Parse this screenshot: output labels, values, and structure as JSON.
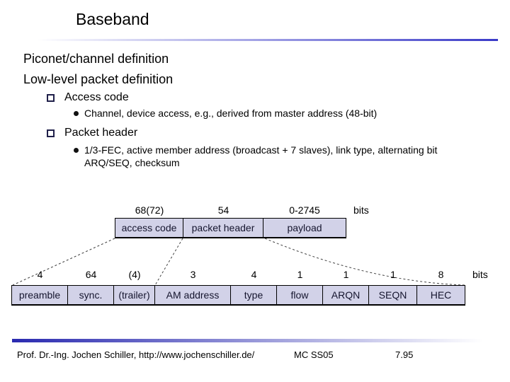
{
  "colors": {
    "accent": "#3b3bc8",
    "footer_accent": "#2a2ab0",
    "box_fill": "#d2d2e8",
    "box_border": "#000000"
  },
  "title": "Baseband",
  "intro_lines": [
    "Piconet/channel definition",
    "Low-level packet definition"
  ],
  "bullets": [
    {
      "label": "Access code",
      "detail": "Channel, device access, e.g., derived from master address (48-bit)"
    },
    {
      "label": "Packet header",
      "detail": "1/3-FEC, active member address (broadcast + 7 slaves), link type, alternating bit ARQ/SEQ, checksum"
    }
  ],
  "diagram": {
    "top_row": {
      "bits_label": "bits",
      "cells": [
        {
          "size": "68(72)",
          "label": "access code"
        },
        {
          "size": "54",
          "label": "packet header"
        },
        {
          "size": "0-2745",
          "label": "payload"
        }
      ]
    },
    "bottom_row": {
      "bits_label": "bits",
      "cells": [
        {
          "size": "4",
          "label": "preamble"
        },
        {
          "size": "64",
          "label": "sync."
        },
        {
          "size": "(4)",
          "label": "(trailer)"
        },
        {
          "size": "3",
          "label": "AM address"
        },
        {
          "size": "4",
          "label": "type"
        },
        {
          "size": "1",
          "label": "flow"
        },
        {
          "size": "1",
          "label": "ARQN"
        },
        {
          "size": "1",
          "label": "SEQN"
        },
        {
          "size": "8",
          "label": "HEC"
        }
      ]
    }
  },
  "footer": {
    "author": "Prof. Dr.-Ing. Jochen Schiller, http://www.jochenschiller.de/",
    "course": "MC SS05",
    "page": "7.95"
  }
}
